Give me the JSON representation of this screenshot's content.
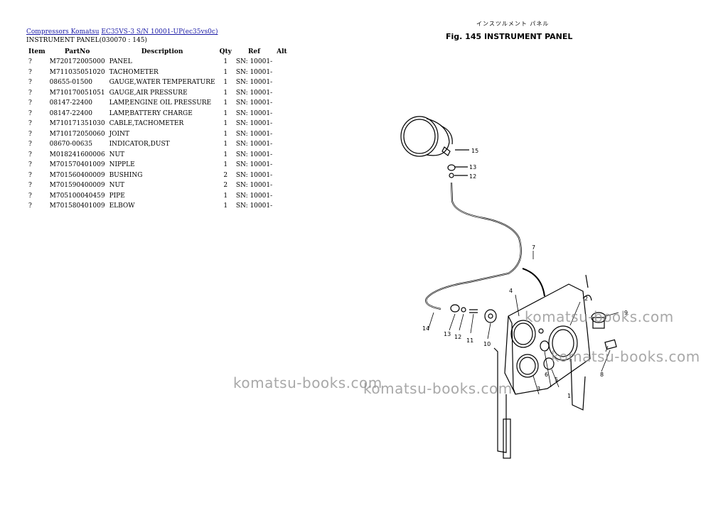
{
  "breadcrumb": {
    "link1": "Compressors Komatsu",
    "link2": "EC35VS-3 S/N 10001-UP(ec35vs0c)"
  },
  "subtitle": "INSTRUMENT PANEL(030070 : 145)",
  "table": {
    "headers": [
      "Item",
      "PartNo",
      "Description",
      "Qty",
      "Ref",
      "Alt"
    ],
    "rows": [
      {
        "item": "?",
        "part": "M720172005000",
        "desc": "PANEL",
        "qty": "1",
        "ref": "SN: 10001-"
      },
      {
        "item": "?",
        "part": "M711035051020",
        "desc": "TACHOMETER",
        "qty": "1",
        "ref": "SN: 10001-"
      },
      {
        "item": "?",
        "part": "08655-01500",
        "desc": "GAUGE,WATER TEMPERATURE",
        "qty": "1",
        "ref": "SN: 10001-"
      },
      {
        "item": "?",
        "part": "M710170051051",
        "desc": "GAUGE,AIR PRESSURE",
        "qty": "1",
        "ref": "SN: 10001-"
      },
      {
        "item": "?",
        "part": "08147-22400",
        "desc": "LAMP,ENGINE OIL PRESSURE",
        "qty": "1",
        "ref": "SN: 10001-"
      },
      {
        "item": "?",
        "part": "08147-22400",
        "desc": "LAMP,BATTERY CHARGE",
        "qty": "1",
        "ref": "SN: 10001-"
      },
      {
        "item": "?",
        "part": "M710171351030",
        "desc": "CABLE,TACHOMETER",
        "qty": "1",
        "ref": "SN: 10001-"
      },
      {
        "item": "?",
        "part": "M710172050060",
        "desc": "JOINT",
        "qty": "1",
        "ref": "SN: 10001-"
      },
      {
        "item": "?",
        "part": "08670-00635",
        "desc": "INDICATOR,DUST",
        "qty": "1",
        "ref": "SN: 10001-"
      },
      {
        "item": "?",
        "part": "M018241600006",
        "desc": "NUT",
        "qty": "1",
        "ref": "SN: 10001-"
      },
      {
        "item": "?",
        "part": "M701570401009",
        "desc": "NIPPLE",
        "qty": "1",
        "ref": "SN: 10001-"
      },
      {
        "item": "?",
        "part": "M701560400009",
        "desc": "BUSHING",
        "qty": "2",
        "ref": "SN: 10001-"
      },
      {
        "item": "?",
        "part": "M701590400009",
        "desc": "NUT",
        "qty": "2",
        "ref": "SN: 10001-"
      },
      {
        "item": "?",
        "part": "M705100040459",
        "desc": "PIPE",
        "qty": "1",
        "ref": "SN: 10001-"
      },
      {
        "item": "?",
        "part": "M701580401009",
        "desc": "ELBOW",
        "qty": "1",
        "ref": "SN: 10001-"
      }
    ]
  },
  "figure": {
    "japanese_title": "インスツルメント パネル",
    "fig_title": "Fig. 145  INSTRUMENT PANEL",
    "callouts": [
      "1",
      "2",
      "3",
      "4",
      "5",
      "6",
      "7",
      "8",
      "9",
      "10",
      "11",
      "12",
      "13",
      "14",
      "15",
      "13",
      "12"
    ]
  },
  "watermarks": [
    "komatsu-books.com",
    "komatsu-books.com",
    "komatsu-books.com",
    "komatsu-books.com"
  ]
}
